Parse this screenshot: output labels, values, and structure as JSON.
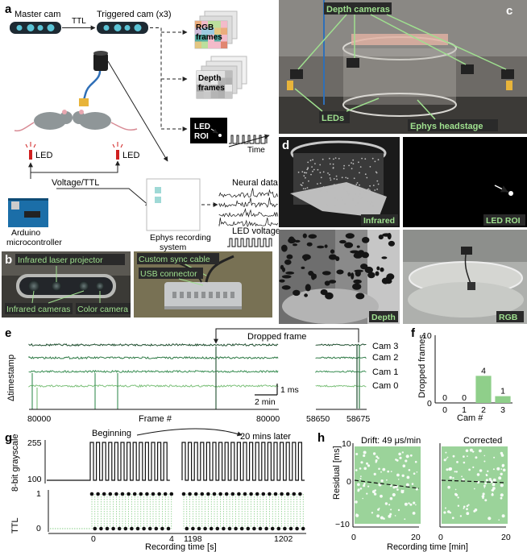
{
  "panel_letters": {
    "a": "a",
    "b": "b",
    "c": "c",
    "d": "d",
    "e": "e",
    "f": "f",
    "g": "g",
    "h": "h"
  },
  "panel_a": {
    "master_cam": "Master cam",
    "ttl": "TTL",
    "triggered_cam": "Triggered cam (x3)",
    "rgb_frames": [
      "RGB",
      "frames"
    ],
    "depth_frames": [
      "Depth",
      "frames"
    ],
    "led_roi": [
      "LED",
      "ROI"
    ],
    "time": "Time",
    "led_left": "LED",
    "led_right": "LED",
    "voltage_ttl": "Voltage/TTL",
    "arduino": [
      "Arduino",
      "microcontroller"
    ],
    "ephys": [
      "Ephys recording",
      "system"
    ],
    "neural_data": "Neural data",
    "led_voltage": "LED voltage"
  },
  "panel_b": {
    "ir_projector": "Infrared laser projector",
    "ir_cameras": "Infrared cameras",
    "color_camera": "Color camera",
    "sync_cable": "Custom sync cable",
    "usb_connector": "USB connector"
  },
  "panel_c": {
    "depth_cameras": "Depth cameras",
    "leds": "LEDs",
    "ephys_headstage": "Ephys headstage"
  },
  "panel_d": {
    "infrared": "Infrared",
    "led_roi": "LED ROI",
    "depth": "Depth",
    "rgb": "RGB"
  },
  "panel_e": {
    "ylabel": "Δtimestamp",
    "cams": [
      "Cam 3",
      "Cam 2",
      "Cam 1",
      "Cam 0"
    ],
    "dropped_frame": "Dropped frame",
    "scale_time": "2 min",
    "scale_ms": "1 ms",
    "xlabel": "Frame #",
    "x_left_start": "80000",
    "x_left_end": "80000",
    "x_right_ticks": [
      "58650",
      "58675"
    ]
  },
  "panel_g": {
    "ylabel_top": "8-bit grayscale",
    "ylabel_bottom": "TTL",
    "beginning": "Beginning",
    "later": "20 mins later",
    "xlabel": "Recording time [s]",
    "y_top_ticks": [
      "255",
      "100"
    ],
    "y_bottom_ticks": [
      "1",
      "0"
    ],
    "x_ticks": [
      "0",
      "4",
      "1198",
      "1202"
    ]
  },
  "panel_h": {
    "ylabel": "Residual [ms]",
    "drift_title": "Drift: 49 μs/min",
    "corrected_title": "Corrected",
    "xlabel": "Recording time [min]",
    "y_ticks": [
      "10",
      "0",
      "−10"
    ],
    "x_ticks_left": [
      "0",
      "20"
    ],
    "x_ticks_right": [
      "0",
      "20"
    ]
  },
  "chart_data": [
    {
      "type": "bar",
      "panel": "f",
      "categories": [
        "0",
        "1",
        "2",
        "3"
      ],
      "values": [
        0,
        0,
        4,
        1
      ],
      "xlabel": "Cam #",
      "ylabel": "Dropped frames",
      "ylim": [
        0,
        10
      ],
      "yticks": [
        "10",
        "0"
      ],
      "color": "#8fcf8a"
    },
    {
      "type": "line",
      "panel": "g",
      "series": [
        {
          "name": "8-bit grayscale",
          "baseline": 100,
          "high": 255
        },
        {
          "name": "TTL",
          "low": 0,
          "high": 1
        }
      ],
      "x_segments": [
        [
          0,
          4
        ],
        [
          1198,
          1202
        ]
      ]
    },
    {
      "type": "scatter",
      "panel": "h",
      "series": [
        {
          "name": "Drift: 49 μs/min",
          "slope_us_per_min": 49,
          "xlim": [
            0,
            20
          ],
          "ylim": [
            -10,
            10
          ]
        },
        {
          "name": "Corrected",
          "slope_us_per_min": 0,
          "xlim": [
            0,
            20
          ],
          "ylim": [
            -10,
            10
          ]
        }
      ],
      "color": "#8fcf8a"
    }
  ]
}
